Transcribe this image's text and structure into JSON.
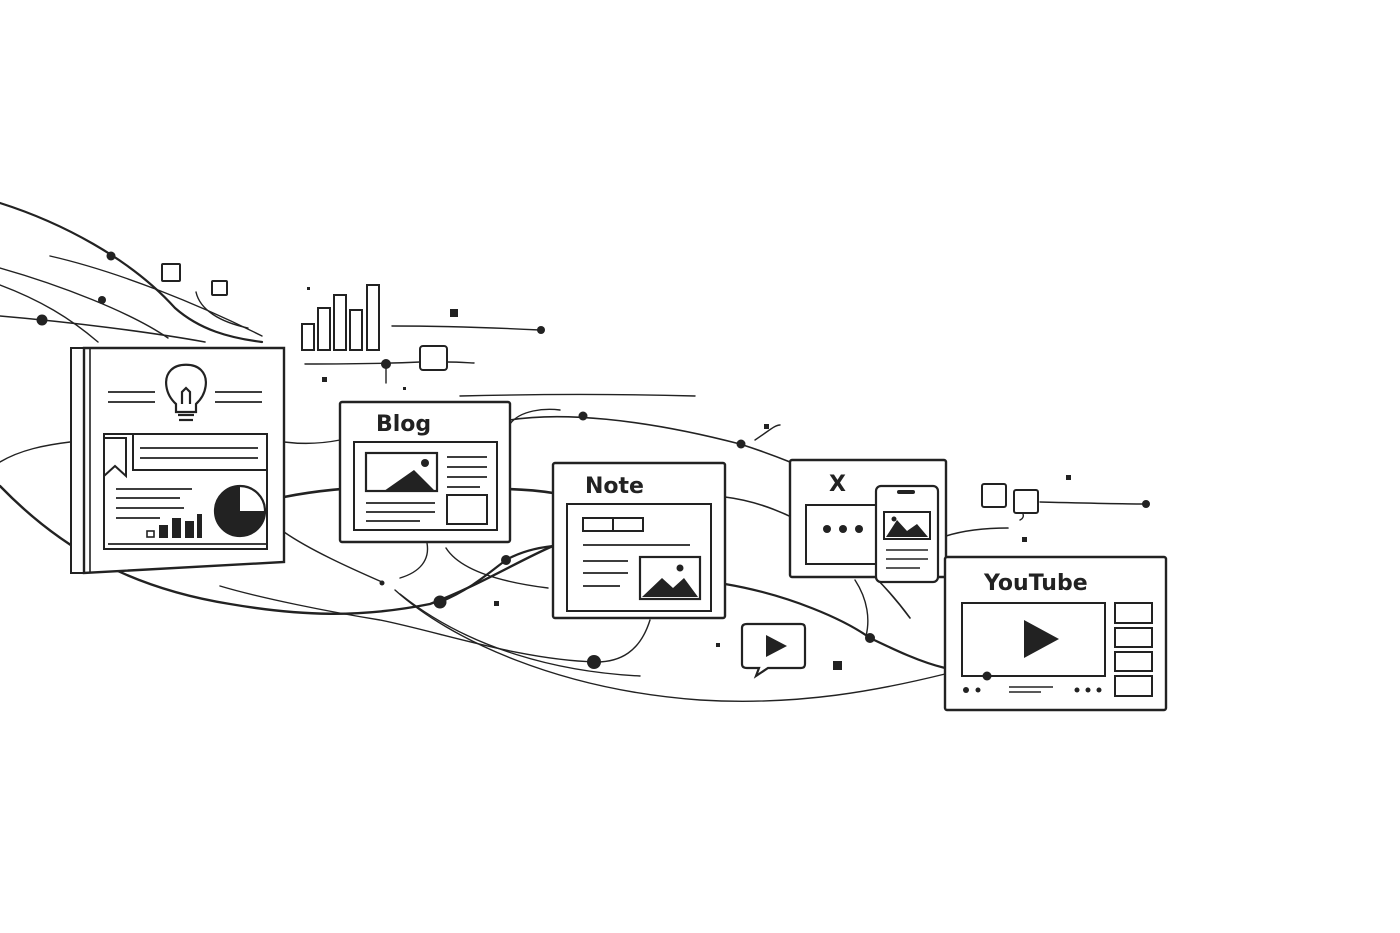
{
  "cards": {
    "blog": {
      "title": "Blog"
    },
    "note": {
      "title": "Note"
    },
    "x": {
      "title": "X"
    },
    "youtube": {
      "title": "YouTube"
    }
  },
  "icons": [
    "lightbulb-icon",
    "bookmark-icon",
    "pie-chart-icon",
    "bar-chart-icon",
    "image-icon",
    "play-icon",
    "chat-bubble-icon",
    "phone-icon",
    "dots-icon"
  ],
  "colors": {
    "ink": "#222222",
    "paper": "#ffffff"
  }
}
